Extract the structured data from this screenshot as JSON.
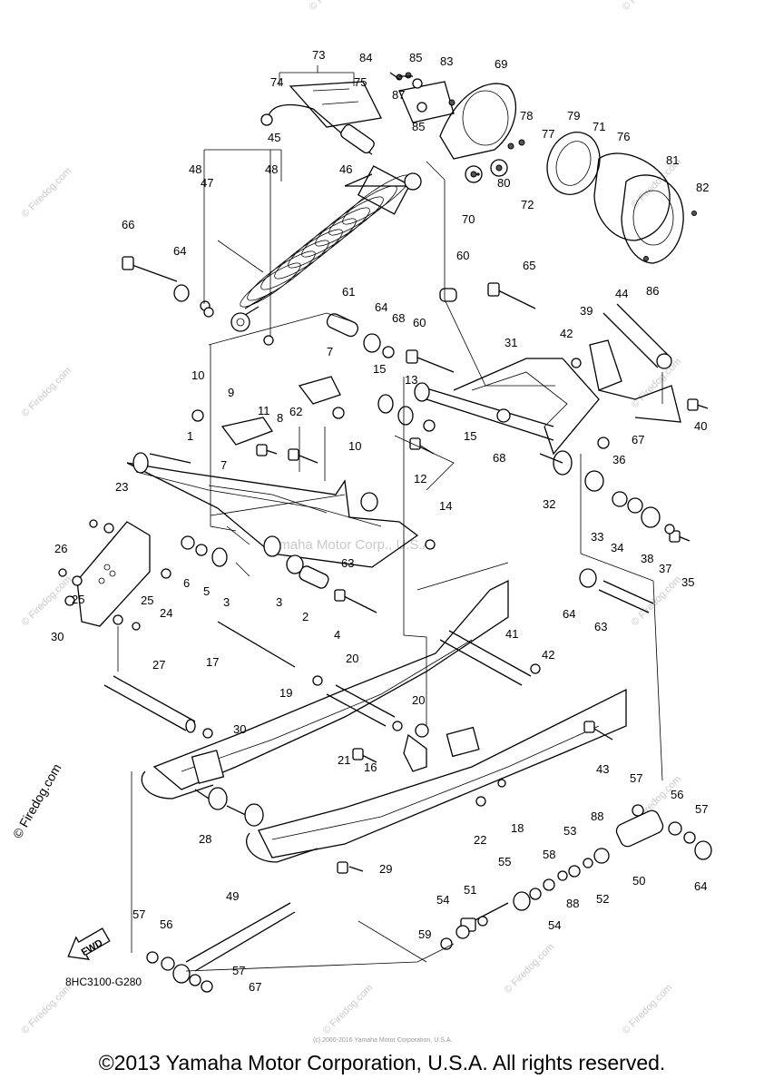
{
  "diagram": {
    "code": "8HC3100-G280",
    "fwd_label": "FWD",
    "watermark_site": "© Firedog.com",
    "center_watermark": "Yamaha Motor Corp., U.S.A.",
    "small_notice": "(c) 2000-2016 Yamaha Motor Corporation, U.S.A.",
    "callouts": [
      "1",
      "2",
      "3",
      "3",
      "4",
      "5",
      "6",
      "7",
      "7",
      "8",
      "9",
      "10",
      "10",
      "11",
      "12",
      "13",
      "14",
      "15",
      "15",
      "16",
      "17",
      "18",
      "19",
      "20",
      "20",
      "21",
      "22",
      "23",
      "24",
      "25",
      "25",
      "26",
      "27",
      "28",
      "29",
      "30",
      "30",
      "31",
      "32",
      "33",
      "34",
      "35",
      "36",
      "37",
      "38",
      "39",
      "40",
      "41",
      "42",
      "42",
      "43",
      "44",
      "45",
      "46",
      "47",
      "48",
      "48",
      "49",
      "50",
      "51",
      "52",
      "53",
      "54",
      "54",
      "55",
      "56",
      "56",
      "57",
      "57",
      "57",
      "57",
      "58",
      "59",
      "60",
      "60",
      "61",
      "62",
      "63",
      "63",
      "64",
      "64",
      "64",
      "64",
      "65",
      "66",
      "67",
      "67",
      "68",
      "68",
      "69",
      "70",
      "71",
      "72",
      "73",
      "74",
      "75",
      "76",
      "77",
      "78",
      "79",
      "80",
      "81",
      "82",
      "83",
      "84",
      "85",
      "85",
      "86",
      "87",
      "88",
      "88"
    ]
  },
  "footer": {
    "copyright": "©2013 Yamaha Motor Corporation, U.S.A. All rights reserved."
  }
}
